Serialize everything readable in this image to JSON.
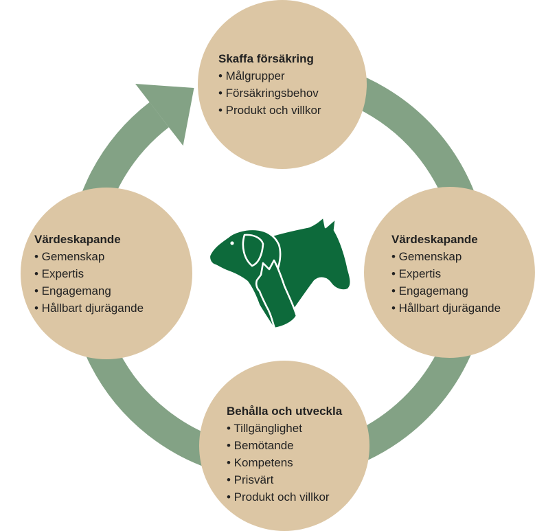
{
  "colors": {
    "ring": "#83a285",
    "circle": "#dcc6a4",
    "logo": "#0d6a3b",
    "text": "#222222"
  },
  "icons": {
    "center": "dog-horse-cat-logo",
    "arrow": "cycle-arrowhead"
  },
  "nodes": {
    "top": {
      "title": "Skaffa försäkring",
      "items": [
        "• Målgrupper",
        "• Försäkringsbehov",
        "• Produkt och villkor"
      ]
    },
    "left": {
      "title": "Värdeskapande",
      "items": [
        "• Gemenskap",
        "• Expertis",
        "• Engagemang",
        "• Hållbart djurägande"
      ]
    },
    "right": {
      "title": "Värdeskapande",
      "items": [
        "• Gemenskap",
        "• Expertis",
        "• Engagemang",
        "• Hållbart djurägande"
      ]
    },
    "bottom": {
      "title": "Behålla och utveckla",
      "items": [
        "• Tillgänglighet",
        "• Bemötande",
        "• Kompetens",
        "• Prisvärt",
        "• Produkt och villkor"
      ]
    }
  }
}
